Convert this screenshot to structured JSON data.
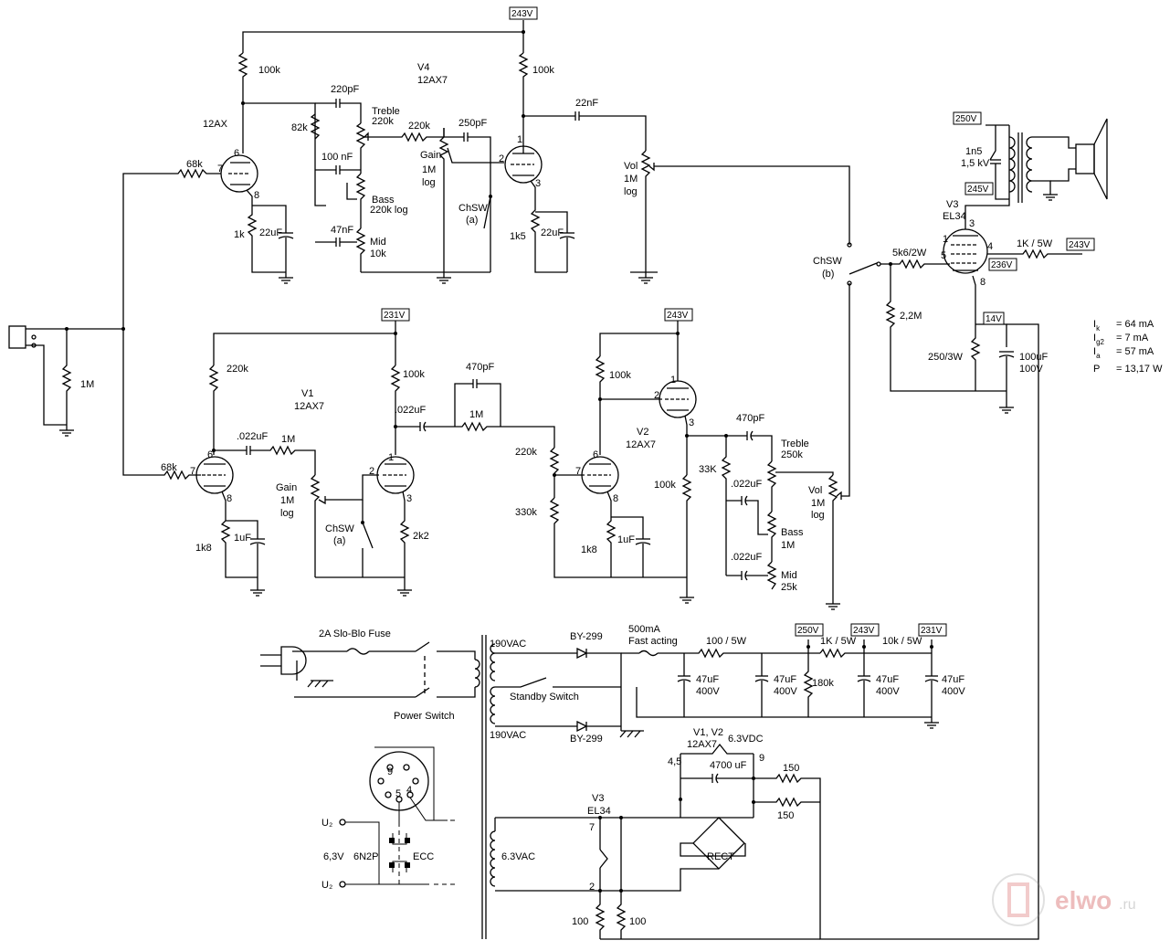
{
  "voltages": {
    "v243_top": "243V",
    "v250_xfmr": "250V",
    "v245": "245V",
    "v243_right": "243V",
    "v236": "236V",
    "v14": "14V",
    "v231_v1": "231V",
    "v243_v2": "243V",
    "v250_ps": "250V",
    "v243_ps": "243V",
    "v231_ps": "231V"
  },
  "v4_stage": {
    "tube_name": "V4",
    "tube_type": "12AX7",
    "left_tube_label": "12AX",
    "r_plate_left": "100k",
    "r_plate_right": "100k",
    "r_grid": "68k",
    "r_cathode_left": "1k",
    "c_cathode_left": "22uF",
    "r_cathode_right": "1k5",
    "c_cathode_right": "22uF",
    "c_220pf": "220pF",
    "r_82k": "82k",
    "c_100nf": "100 nF",
    "c_47nf": "47nF",
    "treble": "Treble",
    "treble_val": "220k",
    "bass": "Bass",
    "bass_val": "220k log",
    "mid": "Mid",
    "mid_val": "10k",
    "r_220k": "220k",
    "c_250pf": "250pF",
    "gain": "Gain",
    "gain_val": "1M",
    "gain_taper": "log",
    "chsw": "ChSW",
    "chsw_a": "(a)",
    "c_22nf": "22nF",
    "vol": "Vol",
    "vol_val": "1M",
    "vol_taper": "log",
    "pin6": "6",
    "pin7": "7",
    "pin8": "8",
    "pin1": "1",
    "pin2": "2",
    "pin3": "3"
  },
  "input": {
    "r_1m": "1M"
  },
  "v1_stage": {
    "tube_name": "V1",
    "tube_type": "12AX7",
    "r_plate_left": "220k",
    "r_plate_right": "100k",
    "r_grid": "68k",
    "c_coupling": ".022uF",
    "r_1m": "1M",
    "gain": "Gain",
    "gain_val": "1M",
    "gain_taper": "log",
    "chsw": "ChSW",
    "chsw_a": "(a)",
    "r_cathode_left": "1k8",
    "c_cathode_left": "1uF",
    "r_cathode_right": "2k2",
    "c_022_out": ".022uF",
    "c_470pf": "470pF",
    "r_1m_bright": "1M",
    "pin6": "6",
    "pin7": "7",
    "pin8": "8",
    "pin1": "1",
    "pin2": "2",
    "pin3": "3"
  },
  "v2_stage": {
    "tube_name": "V2",
    "tube_type": "12AX7",
    "r_220k": "220k",
    "r_330k": "330k",
    "r_plate_left": "100k",
    "r_cathode": "1k8",
    "c_cathode": "1uF",
    "r_100k_cf": "100k",
    "r_33k": "33K",
    "c_470pf": "470pF",
    "treble": "Treble",
    "treble_val": "250k",
    "c_022_bass": ".022uF",
    "bass": "Bass",
    "bass_val": "1M",
    "c_022_mid": ".022uF",
    "mid": "Mid",
    "mid_val": "25k",
    "vol": "Vol",
    "vol_val": "1M",
    "vol_taper": "log",
    "pin6": "6",
    "pin7": "7",
    "pin8": "8",
    "pin1": "1",
    "pin2": "2",
    "pin3": "3"
  },
  "output": {
    "chsw": "ChSW",
    "chsw_b": "(b)",
    "r_grid": "5k6/2W",
    "r_2m2": "2,2M",
    "tube_name": "V3",
    "tube_type": "EL34",
    "r_screen": "1K / 5W",
    "r_cathode": "250/3W",
    "c_cathode": "100uF",
    "c_cathode_v": "100V",
    "c_1n5": "1n5",
    "c_1n5_v": "1,5 kV",
    "pin1": "1",
    "pin3": "3",
    "pin4": "4",
    "pin5": "5",
    "pin8": "8"
  },
  "ops": {
    "ik_label": "I",
    "ik_sub": "k",
    "ik_val": "= 64 mA",
    "ig2_label": "I",
    "ig2_sub": "g2",
    "ig2_val": "=  7 mA",
    "ia_label": "I",
    "ia_sub": "a",
    "ia_val": "= 57 mA",
    "p_label": "P",
    "p_val": "= 13,17 W"
  },
  "power_supply": {
    "fuse": "2A Slo-Blo Fuse",
    "power_switch": "Power Switch",
    "sec_top": "190VAC",
    "sec_bot": "190VAC",
    "standby": "Standby Switch",
    "diode_top": "BY-299",
    "diode_bot": "BY-299",
    "fuse2": "500mA",
    "fuse2_type": "Fast acting",
    "r_100": "100 / 5W",
    "r_1k": "1K / 5W",
    "r_10k": "10k / 5W",
    "c1": "47uF",
    "c1v": "400V",
    "c2": "47uF",
    "c2v": "400V",
    "r_bleed": "180k",
    "c3": "47uF",
    "c3v": "400V",
    "c4": "47uF",
    "c4v": "400V"
  },
  "heater": {
    "tubes": "V1, V2",
    "type": "12AX7",
    "vdc": "6.3VDC",
    "pin45": "4,5",
    "pin9": "9",
    "cap": "4700 uF",
    "r150a": "150",
    "r150b": "150",
    "rect": "RECT",
    "v3": "V3",
    "v3_type": "EL34",
    "pin7": "7",
    "pin2": "2",
    "sec": "6.3VAC",
    "r100a": "100",
    "r100b": "100"
  },
  "socket": {
    "p9": "9",
    "p5": "5",
    "p4": "4",
    "uz_top": "U₂",
    "uz_bot": "U₂",
    "v63": "6,3V",
    "tube_6n2p": "6N2P",
    "ecc": "ECC"
  },
  "logo": {
    "text": "elwo",
    "suffix": ".ru"
  }
}
